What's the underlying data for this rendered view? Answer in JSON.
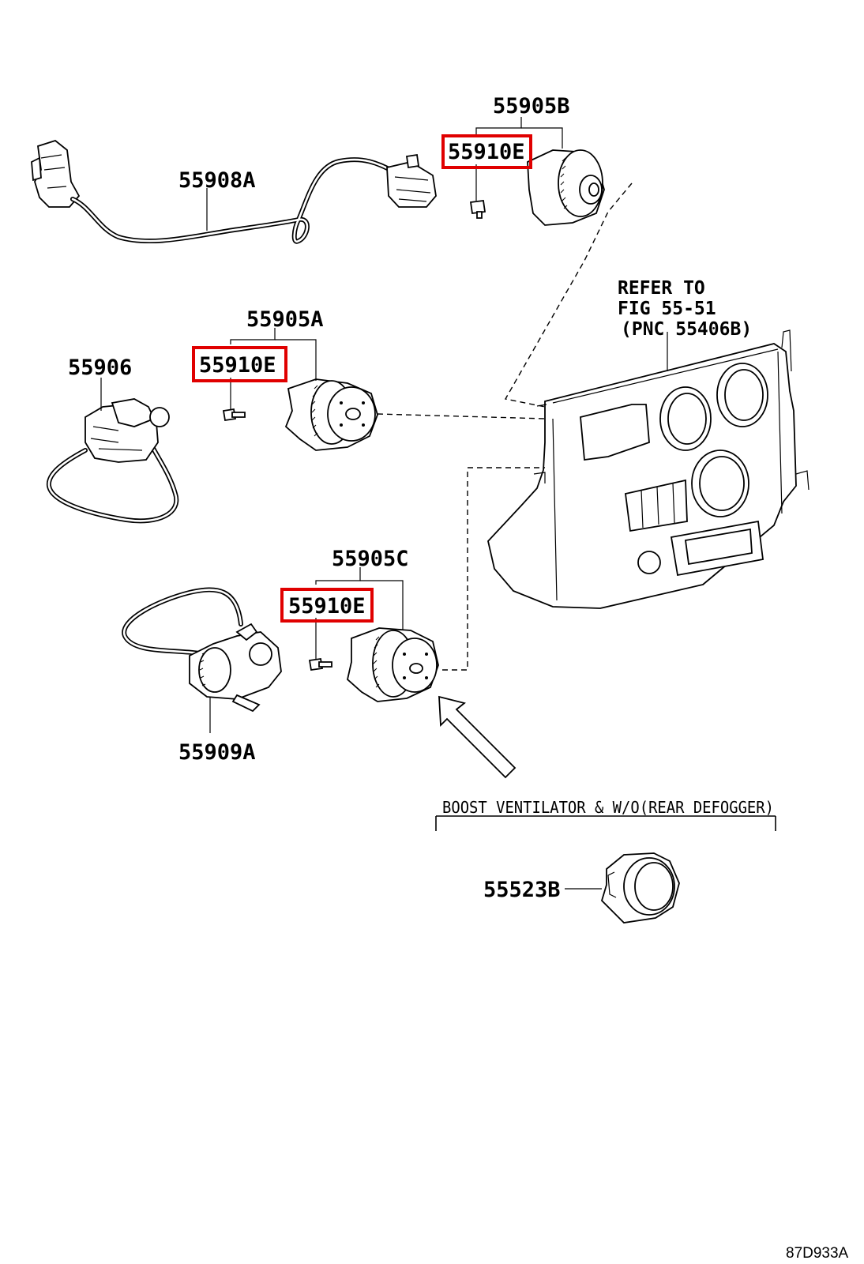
{
  "labels": {
    "p55905B": "55905B",
    "p55910E_1": "55910E",
    "p55908A": "55908A",
    "p55905A": "55905A",
    "p55910E_2": "55910E",
    "p55906": "55906",
    "p55905C": "55905C",
    "p55910E_3": "55910E",
    "p55909A": "55909A",
    "p55523B": "55523B"
  },
  "refer": {
    "line1": "REFER TO",
    "line2": "FIG 55-51",
    "line3": "(PNC 55406B)"
  },
  "condition": "BOOST VENTILATOR & W/O(REAR DEFOGGER)",
  "illustration_code": "87D933A",
  "colors": {
    "highlight": "#e00000",
    "line": "#000000",
    "background": "#ffffff"
  }
}
